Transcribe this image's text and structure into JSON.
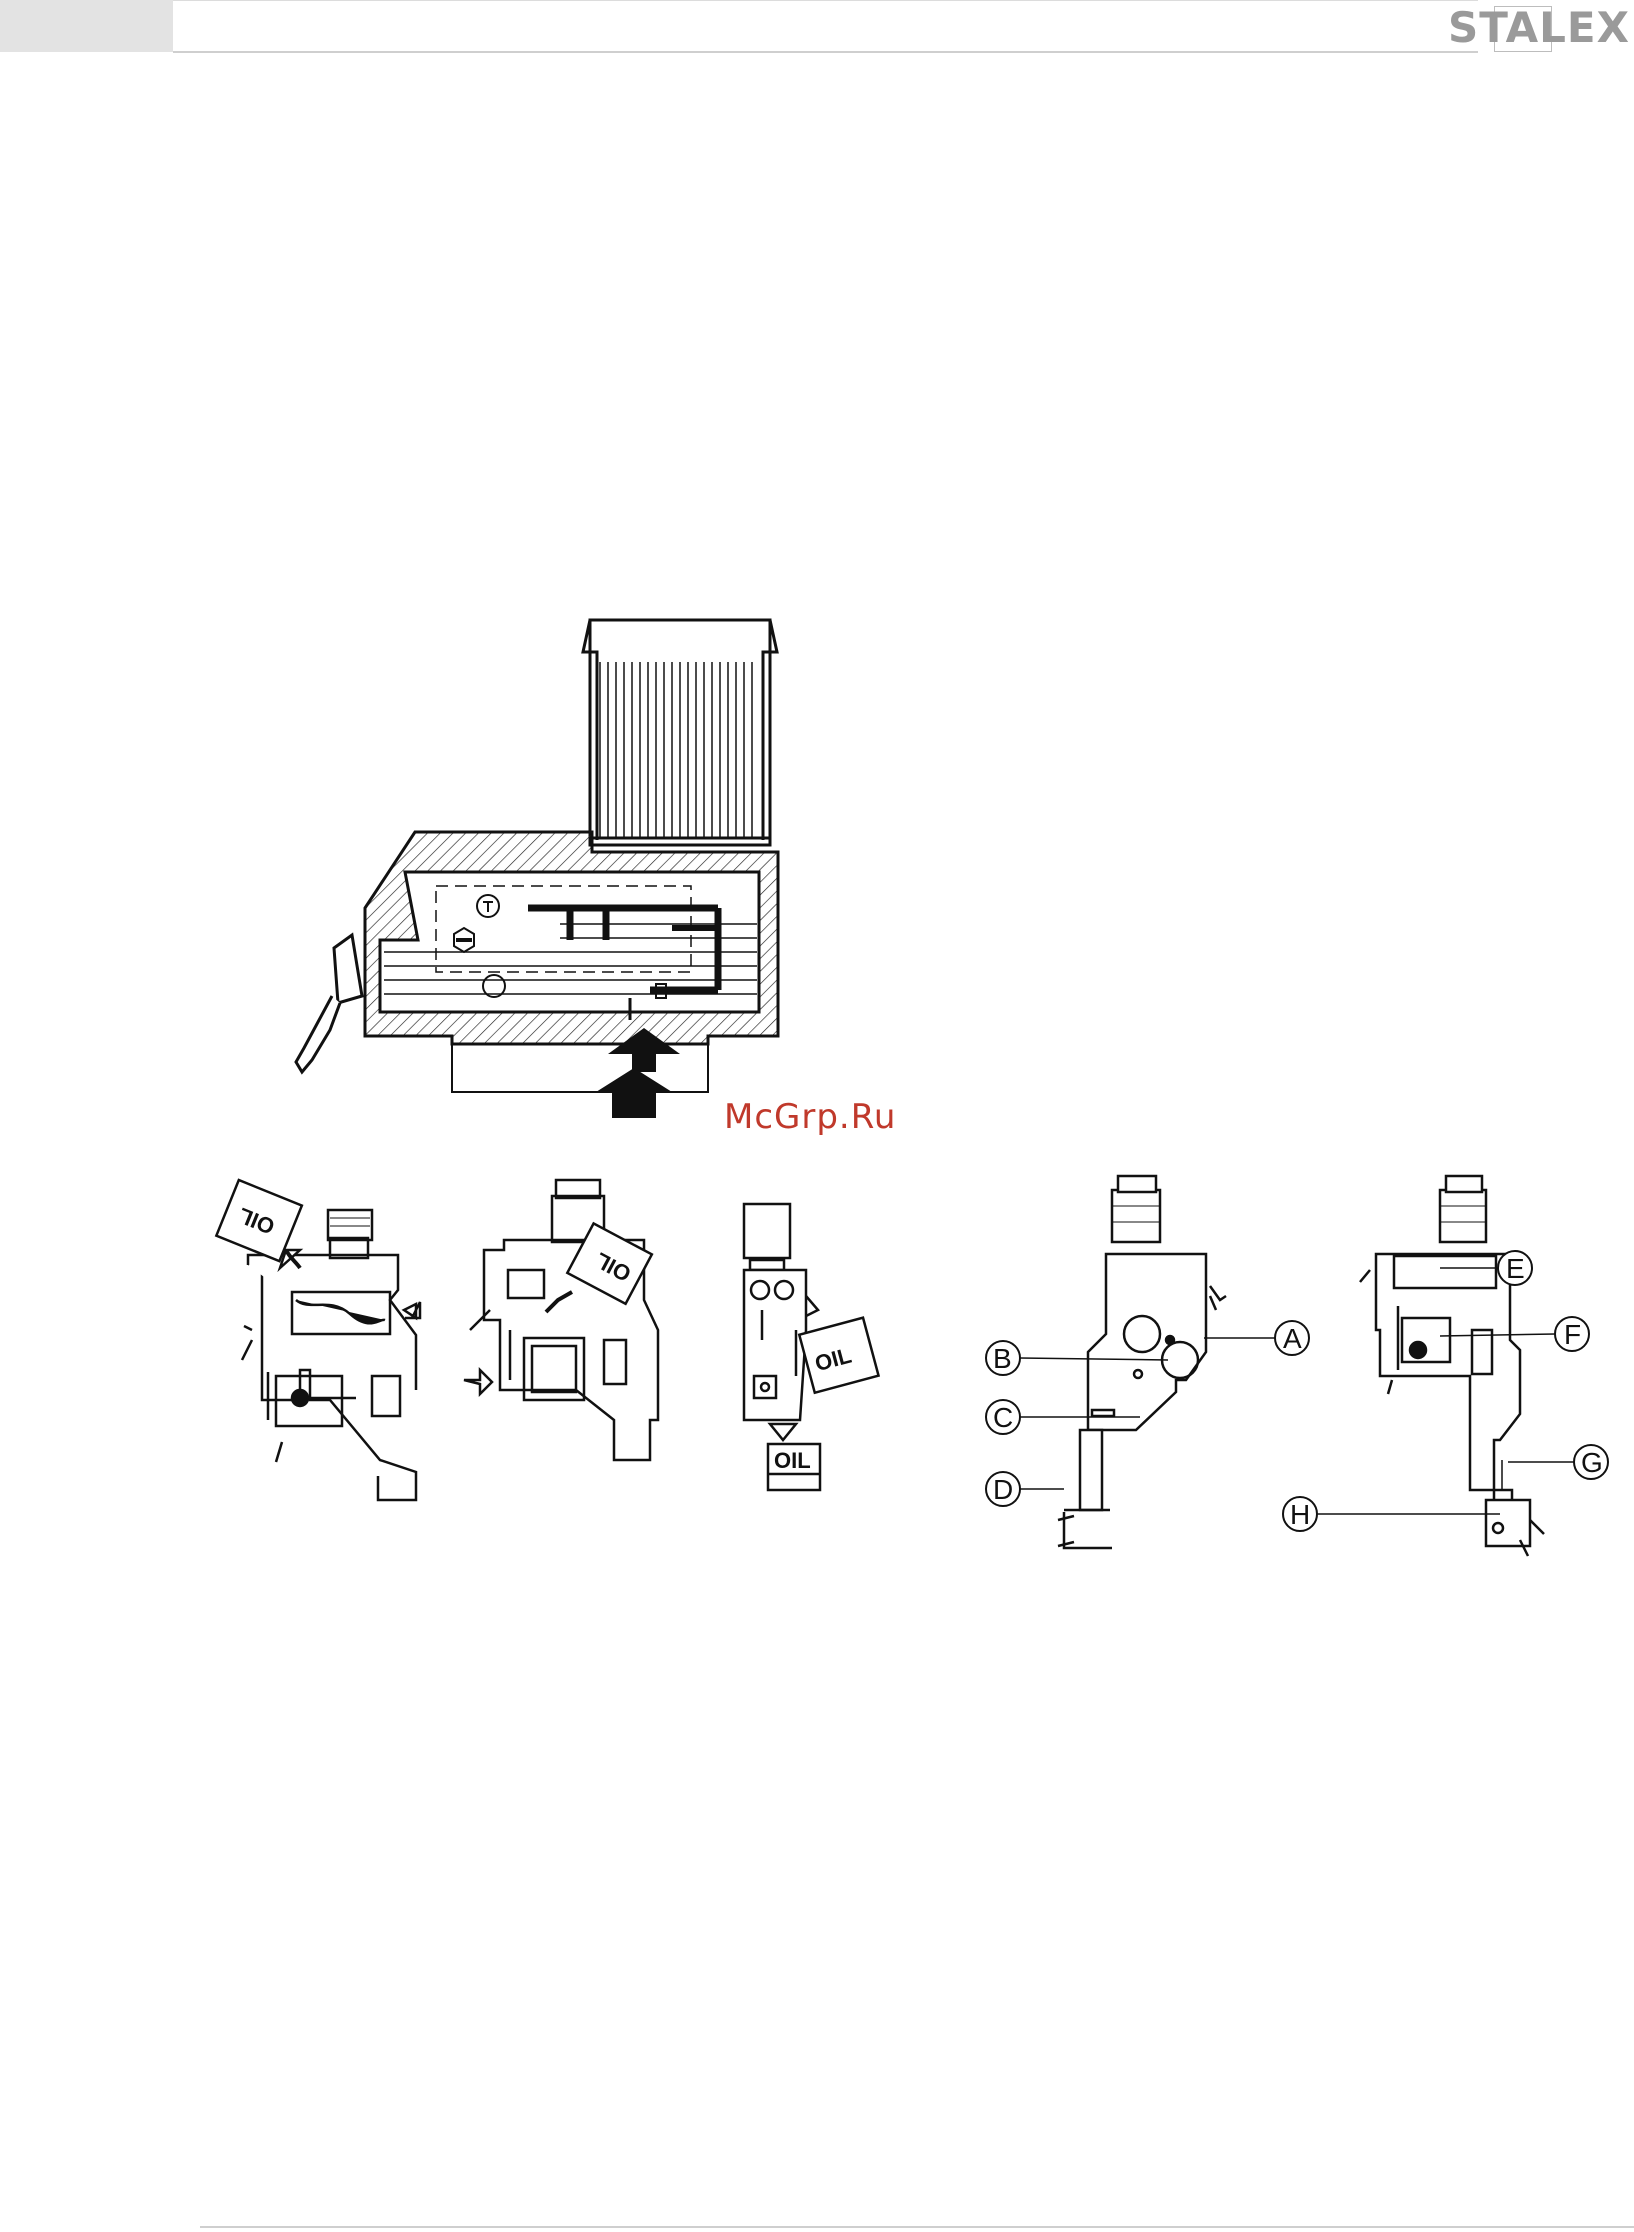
{
  "header": {
    "brand": "STALEX"
  },
  "watermark": "McGrp.Ru",
  "callouts": [
    "A",
    "B",
    "C",
    "D",
    "E",
    "F",
    "G",
    "H"
  ],
  "oil_labels": [
    "OIL",
    "OIL",
    "OIL",
    "OIL"
  ],
  "colors": {
    "header_block": "#e3e3e3",
    "logo": "#9a9a9a",
    "watermark": "#c0392b",
    "line": "#111111"
  }
}
